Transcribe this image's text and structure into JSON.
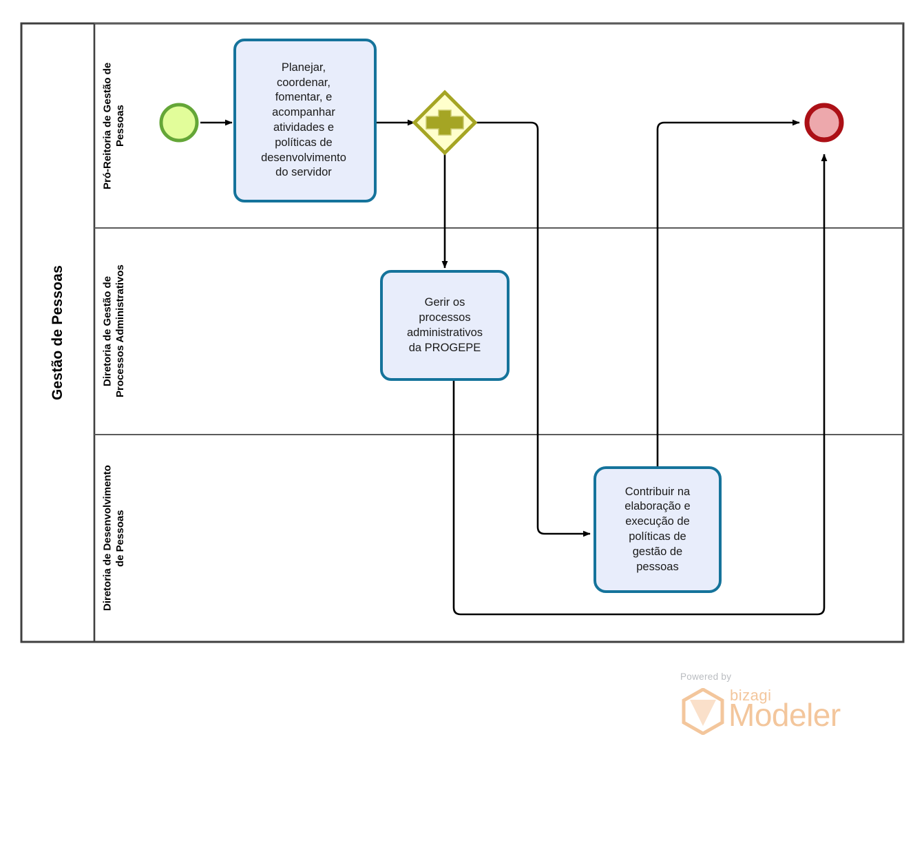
{
  "diagram": {
    "type": "bpmn-process-diagram",
    "pool": {
      "title": "Gestão de Pessoas",
      "lanes": [
        {
          "id": "lane-pro-reitoria",
          "label": "Pró-Reitoria de Gestão de\nPessoas"
        },
        {
          "id": "lane-processos-administrativos",
          "label": "Diretoria de Gestão de\nProcessos Administrativos"
        },
        {
          "id": "lane-desenvolvimento-pessoas",
          "label": "Diretoria de Desenvolvimento\nde Pessoas"
        }
      ]
    },
    "nodes": [
      {
        "id": "start-event",
        "type": "start-event",
        "label": "",
        "lane": "lane-pro-reitoria",
        "stroke": "#64A637",
        "fill": "#E2FD9A"
      },
      {
        "id": "task-planejar",
        "type": "task",
        "label": "Planejar,\ncoordenar,\nfomentar, e\nacompanhar\natividades e\npolíticas de\ndesenvolvimento\ndo servidor",
        "lane": "lane-pro-reitoria",
        "stroke": "#15739B",
        "fill": "#E8EDFB"
      },
      {
        "id": "gateway-parallel",
        "type": "parallel-gateway",
        "label": "",
        "marker": "plus",
        "lane": "lane-pro-reitoria",
        "stroke": "#A5A524",
        "fill": "#FFFFCC"
      },
      {
        "id": "task-gerir-processos",
        "type": "task",
        "label": "Gerir os\nprocessos\nadministrativos\nda PROGEPE",
        "lane": "lane-processos-administrativos",
        "stroke": "#15739B",
        "fill": "#E8EDFB"
      },
      {
        "id": "task-contribuir-politicas",
        "type": "task",
        "label": "Contribuir na\nelaboração e\nexecução de\npolíticas de\ngestão de\npessoas",
        "lane": "lane-desenvolvimento-pessoas",
        "stroke": "#15739B",
        "fill": "#E8EDFB"
      },
      {
        "id": "end-event",
        "type": "end-event",
        "label": "",
        "lane": "lane-pro-reitoria",
        "stroke": "#AC1016",
        "fill": "#EDA8AC"
      }
    ],
    "flows": [
      {
        "id": "flow-start-to-planejar",
        "from": "start-event",
        "to": "task-planejar",
        "label": ""
      },
      {
        "id": "flow-planejar-to-gateway",
        "from": "task-planejar",
        "to": "gateway-parallel",
        "label": ""
      },
      {
        "id": "flow-gateway-to-gerir",
        "from": "gateway-parallel",
        "to": "task-gerir-processos",
        "label": ""
      },
      {
        "id": "flow-gateway-to-contribuir",
        "from": "gateway-parallel",
        "to": "task-contribuir-politicas",
        "label": ""
      },
      {
        "id": "flow-contribuir-to-end",
        "from": "task-contribuir-politicas",
        "to": "end-event",
        "label": ""
      },
      {
        "id": "flow-gerir-to-end",
        "from": "task-gerir-processos",
        "to": "end-event",
        "label": ""
      }
    ]
  },
  "watermark": {
    "powered_by": "Powered by",
    "brand": "bizagi",
    "product": "Modeler",
    "color": "#F3C69C"
  },
  "colors": {
    "pool_border": "#3F3F3F",
    "lane_divider": "#5A5A5A",
    "connector": "#000000",
    "task_stroke": "#15739B",
    "task_fill": "#E8EDFB",
    "start_stroke": "#64A637",
    "start_fill": "#E2FD9A",
    "gateway_stroke": "#A5A524",
    "gateway_fill": "#FFFFCC",
    "end_stroke": "#AC1016",
    "end_fill": "#EDA8AC",
    "background": "#FFFFFF"
  }
}
